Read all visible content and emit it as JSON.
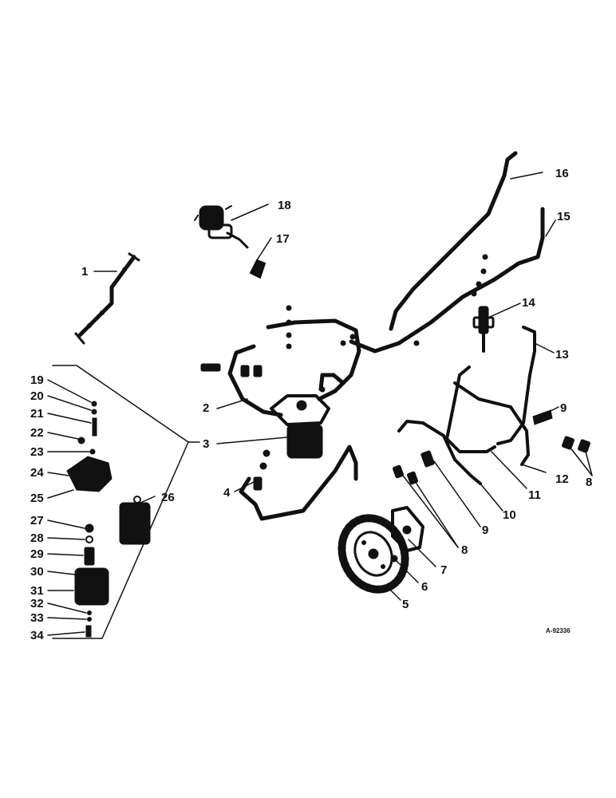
{
  "callouts": [
    "1",
    "2",
    "3",
    "4",
    "5",
    "6",
    "7",
    "8",
    "8",
    "9",
    "9",
    "10",
    "11",
    "12",
    "13",
    "14",
    "15",
    "16",
    "17",
    "18",
    "19",
    "20",
    "21",
    "22",
    "23",
    "24",
    "25",
    "26",
    "27",
    "28",
    "29",
    "30",
    "31",
    "32",
    "33",
    "34"
  ],
  "drawing_ref": "A-92336",
  "colors": {
    "ink": "#111111",
    "background": "#ffffff"
  }
}
